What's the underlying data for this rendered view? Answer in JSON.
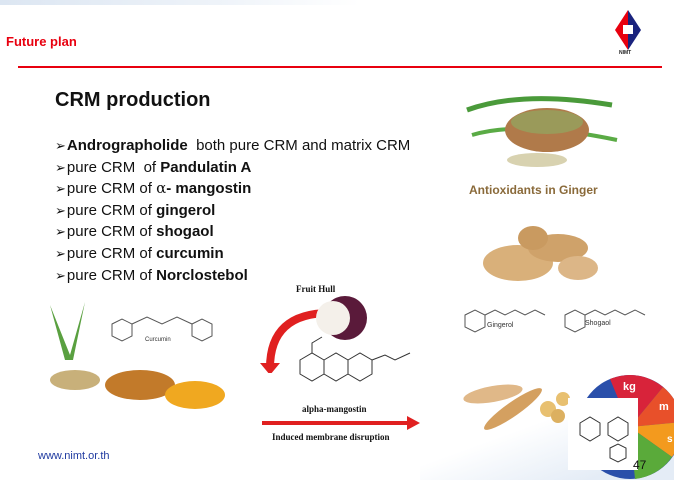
{
  "header": {
    "title": "Future plan",
    "logo_text": "NIMT"
  },
  "main": {
    "title": "CRM production",
    "bullets": [
      {
        "bold_lead": "Andrographolide",
        "rest": "  both pure CRM and matrix CRM"
      },
      {
        "prefix": "pure CRM  of ",
        "bold": "Pandulatin A"
      },
      {
        "prefix": "pure CRM of ",
        "greek": "α",
        "bold": "- mangostin"
      },
      {
        "prefix": "pure CRM of ",
        "bold": "gingerol"
      },
      {
        "prefix": "pure CRM of ",
        "bold": "shogaol"
      },
      {
        "prefix": "pure CRM of ",
        "bold": "curcumin"
      },
      {
        "prefix": "pure CRM of ",
        "bold": "Norclostebol"
      }
    ]
  },
  "figures": {
    "ginger_caption": "Antioxidants in Ginger",
    "curcumin_label": "Curcumin",
    "gingerol_label": "Gingerol",
    "shogaol_label": "Shogaol",
    "fruit_hull_label": "Fruit Hull",
    "mangostin_label": "alpha-mangostin",
    "membrane_label": "Induced membrane disruption",
    "si_wheel_labels": [
      "kg",
      "m",
      "s"
    ]
  },
  "footer": {
    "url": "www.nimt.or.th",
    "page": "47"
  },
  "colors": {
    "accent_red": "#e8000f",
    "link_blue": "#1f3aa0"
  }
}
